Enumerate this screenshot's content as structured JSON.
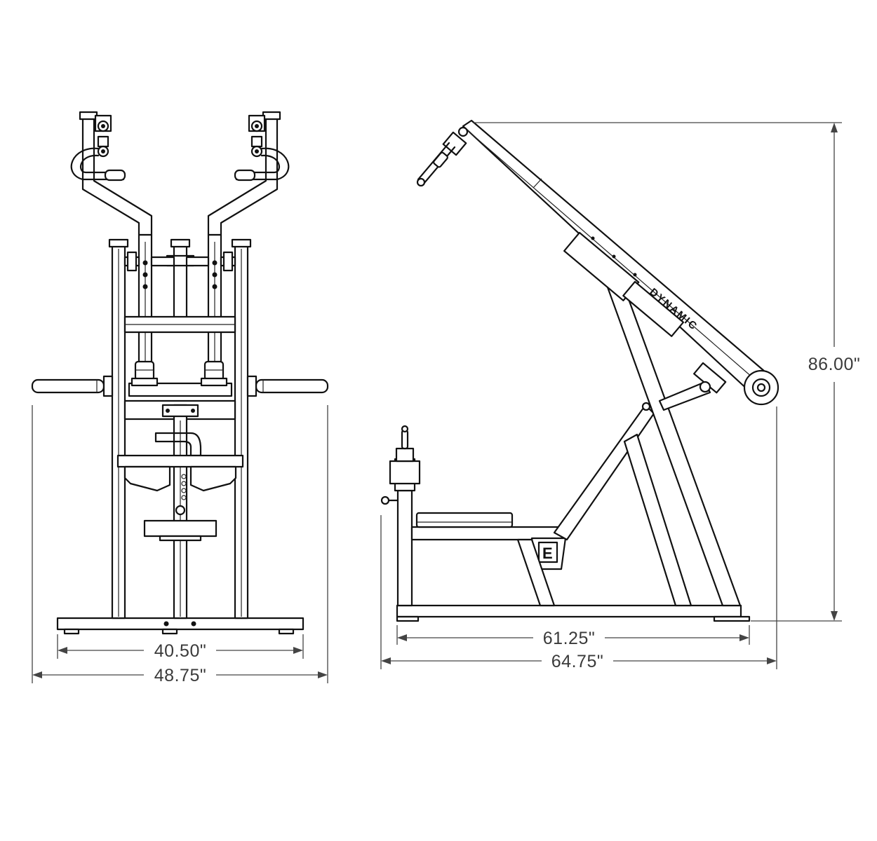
{
  "dimensions": {
    "front_inner_width": "40.50\"",
    "front_outer_width": "48.75\"",
    "side_base_length": "61.25\"",
    "side_overall_length": "64.75\"",
    "side_height": "86.00\""
  },
  "branding": {
    "frame_label": "DYNAMIC",
    "logo_letter": "E"
  },
  "colors": {
    "line": "#111111",
    "dimension": "#444444",
    "background": "#ffffff"
  }
}
